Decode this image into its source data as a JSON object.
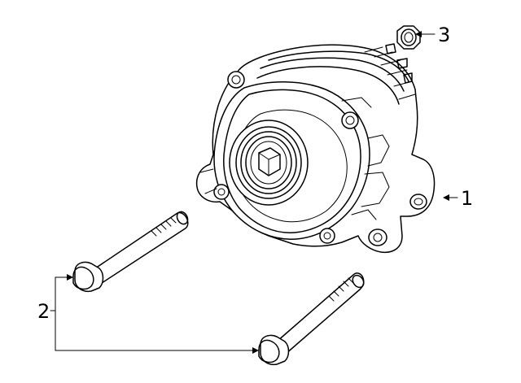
{
  "callouts": {
    "alternator": "1",
    "bolts": "2",
    "nut": "3"
  },
  "colors": {
    "line": "#000000",
    "background": "#ffffff"
  }
}
